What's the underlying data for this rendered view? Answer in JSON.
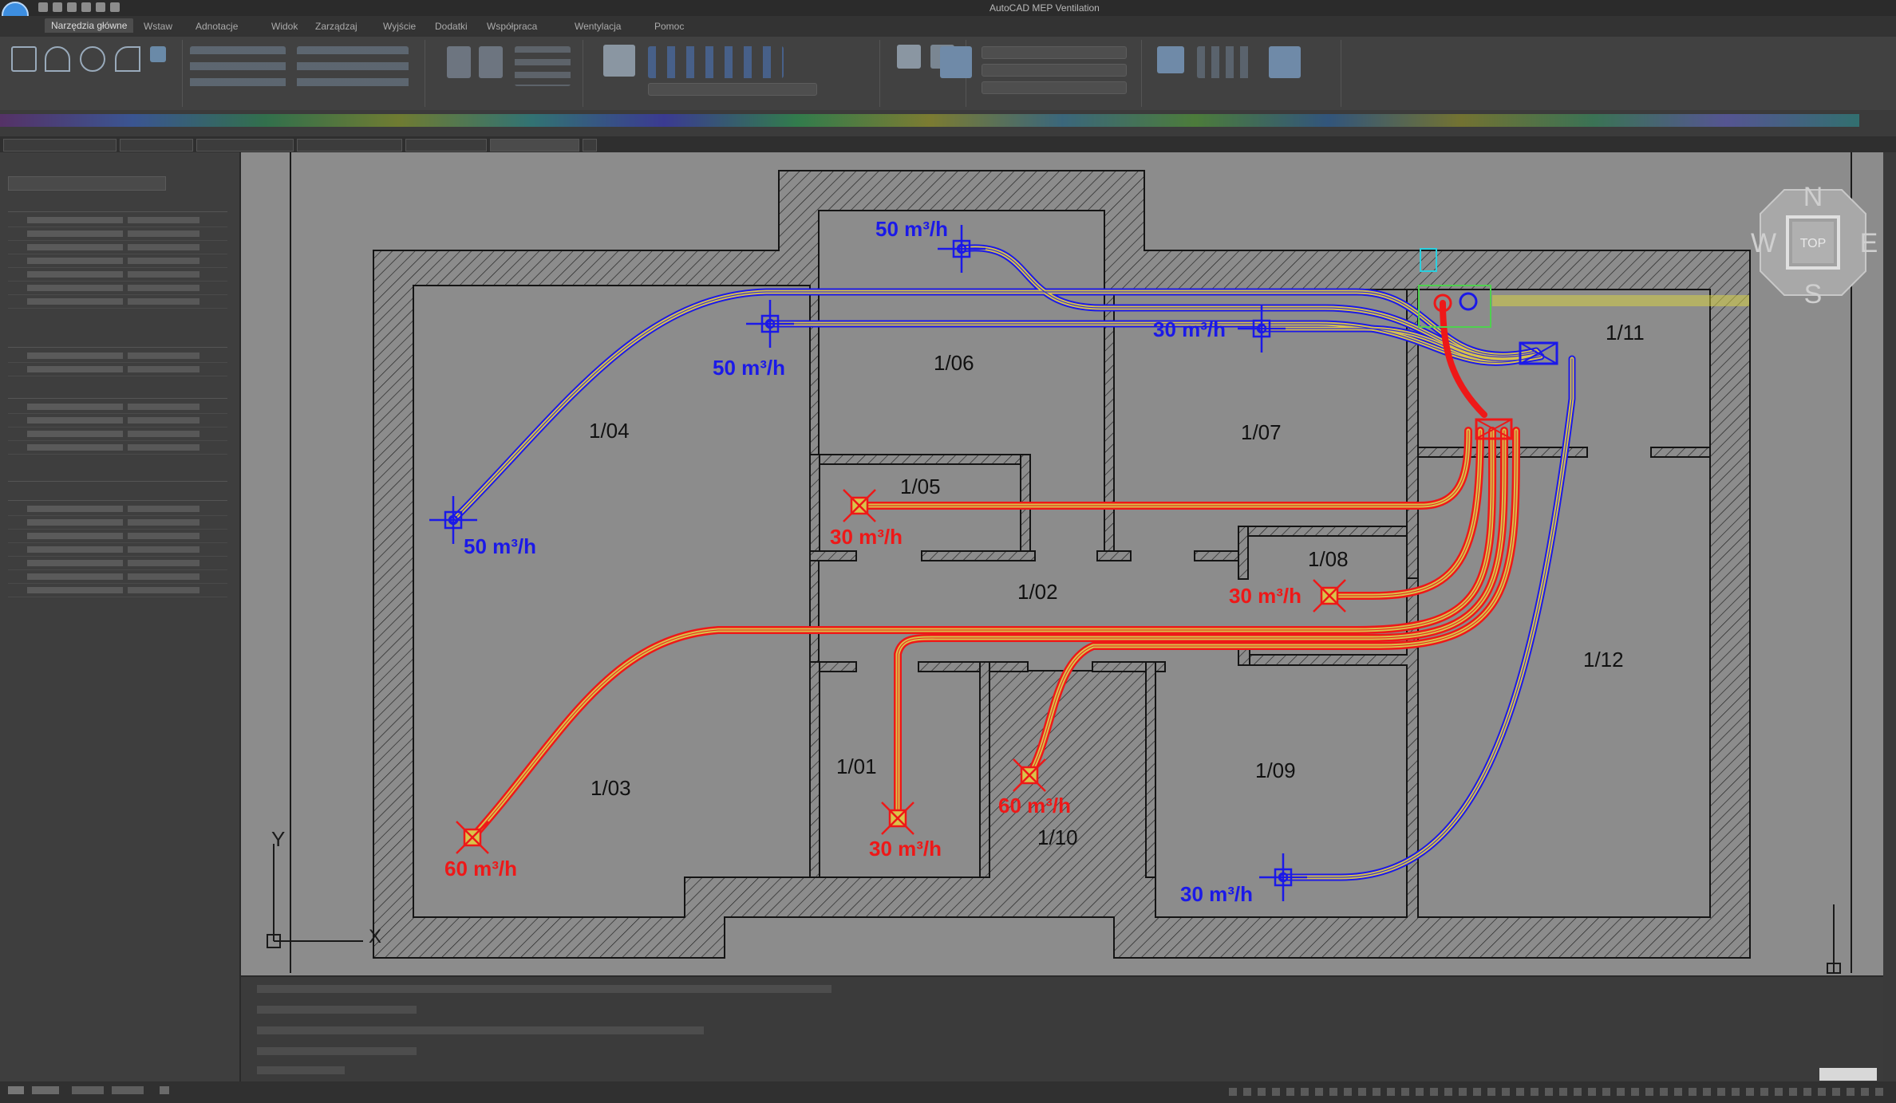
{
  "app": {
    "title": "AutoCAD MEP Ventilation"
  },
  "menu": {
    "tabs": [
      "Narzędzia główne",
      "Wstaw",
      "Adnotacje",
      "Widok",
      "Zarządzaj",
      "Wyjście",
      "Dodatki",
      "Współpraca",
      "Wentylacja",
      "Pomoc"
    ]
  },
  "drawing": {
    "rooms": [
      "1/04",
      "1/06",
      "1/07",
      "1/05",
      "1/08",
      "1/02",
      "1/11",
      "1/12",
      "1/03",
      "1/01",
      "1/09",
      "1/10"
    ],
    "flows": [
      {
        "label": "50 m³/h",
        "kind": "supply"
      },
      {
        "label": "50 m³/h",
        "kind": "supply"
      },
      {
        "label": "30 m³/h",
        "kind": "supply"
      },
      {
        "label": "50 m³/h",
        "kind": "supply"
      },
      {
        "label": "30 m³/h",
        "kind": "supply"
      },
      {
        "label": "30 m³/h",
        "kind": "exhaust"
      },
      {
        "label": "30 m³/h",
        "kind": "exhaust"
      },
      {
        "label": "60 m³/h",
        "kind": "exhaust"
      },
      {
        "label": "30 m³/h",
        "kind": "exhaust"
      },
      {
        "label": "60 m³/h",
        "kind": "exhaust"
      }
    ],
    "colors": {
      "supply": "#1b19e8",
      "exhaust": "#ee1818",
      "duct_fill": "#d9c34a"
    }
  },
  "viewcube": {
    "n": "N",
    "s": "S",
    "e": "E",
    "w": "W",
    "face": "TOP"
  },
  "ucs": {
    "x": "X",
    "y": "Y"
  }
}
